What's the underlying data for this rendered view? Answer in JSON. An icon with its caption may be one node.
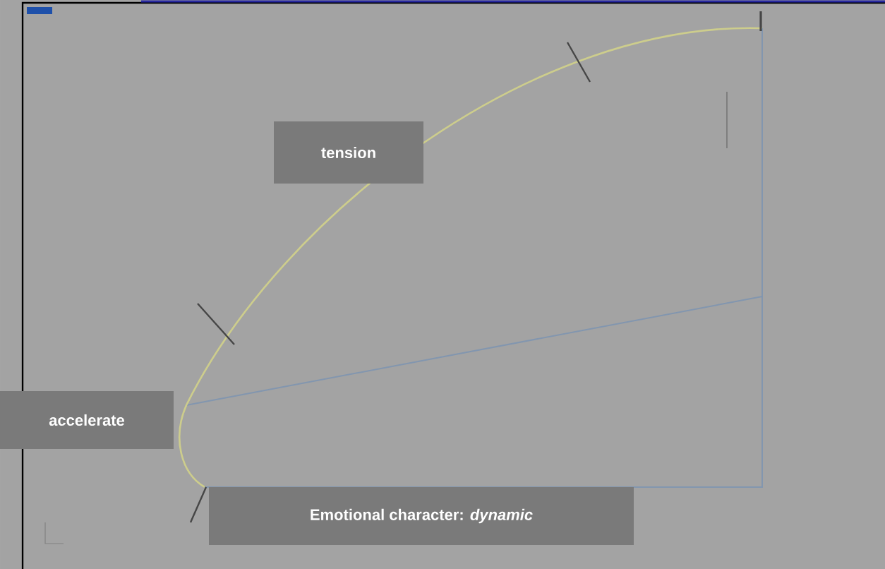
{
  "diagram": {
    "nodes": [
      {
        "text": [
          "tension"
        ]
      },
      {
        "text": [
          "accelerate"
        ]
      },
      {
        "text": [
          "Emotional character: *dynamic*"
        ]
      }
    ]
  }
}
